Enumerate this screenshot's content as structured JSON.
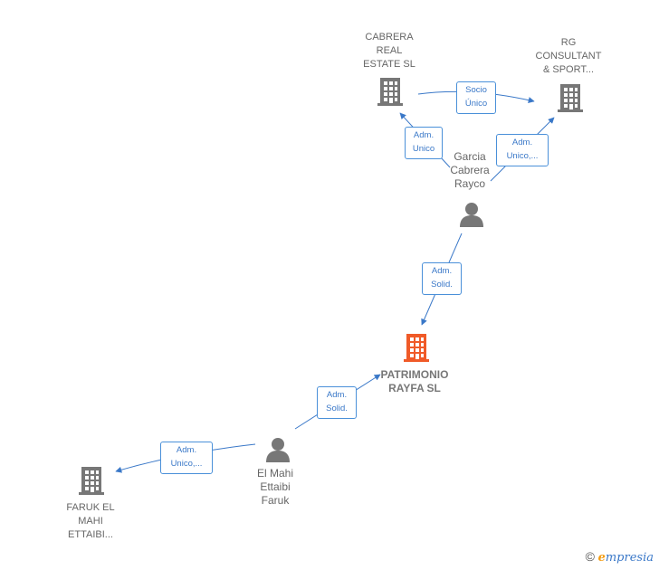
{
  "nodes": {
    "cabrera": {
      "lines": [
        "CABRERA",
        "REAL",
        "ESTATE  SL"
      ],
      "kind": "company"
    },
    "rg": {
      "lines": [
        "RG",
        "CONSULTANT",
        "& SPORT..."
      ],
      "kind": "company"
    },
    "garcia": {
      "lines": [
        "Garcia",
        "Cabrera",
        "Rayco"
      ],
      "kind": "person"
    },
    "patrimonio": {
      "lines": [
        "PATRIMONIO",
        "RAYFA  SL"
      ],
      "kind": "main"
    },
    "elmahi": {
      "lines": [
        "El Mahi",
        "Ettaibi",
        "Faruk"
      ],
      "kind": "person"
    },
    "faruk": {
      "lines": [
        "FARUK EL",
        "MAHI",
        "ETTAIBI..."
      ],
      "kind": "company"
    }
  },
  "edges": {
    "socio": {
      "lines": [
        "Socio",
        "Único"
      ]
    },
    "adm_cabrera": {
      "lines": [
        "Adm.",
        "Unico"
      ]
    },
    "adm_rg": {
      "lines": [
        "Adm.",
        "Unico,..."
      ]
    },
    "adm_patrimonio_garcia": {
      "lines": [
        "Adm.",
        "Solid."
      ]
    },
    "adm_patrimonio_elmahi": {
      "lines": [
        "Adm.",
        "Solid."
      ]
    },
    "adm_faruk": {
      "lines": [
        "Adm.",
        "Unico,..."
      ]
    }
  },
  "colors": {
    "edge": "#3a78c8",
    "icon": "#777777",
    "main_icon": "#f05a28"
  },
  "footer": {
    "copyright": "©",
    "brand_first": "e",
    "brand_rest": "mpresia"
  }
}
